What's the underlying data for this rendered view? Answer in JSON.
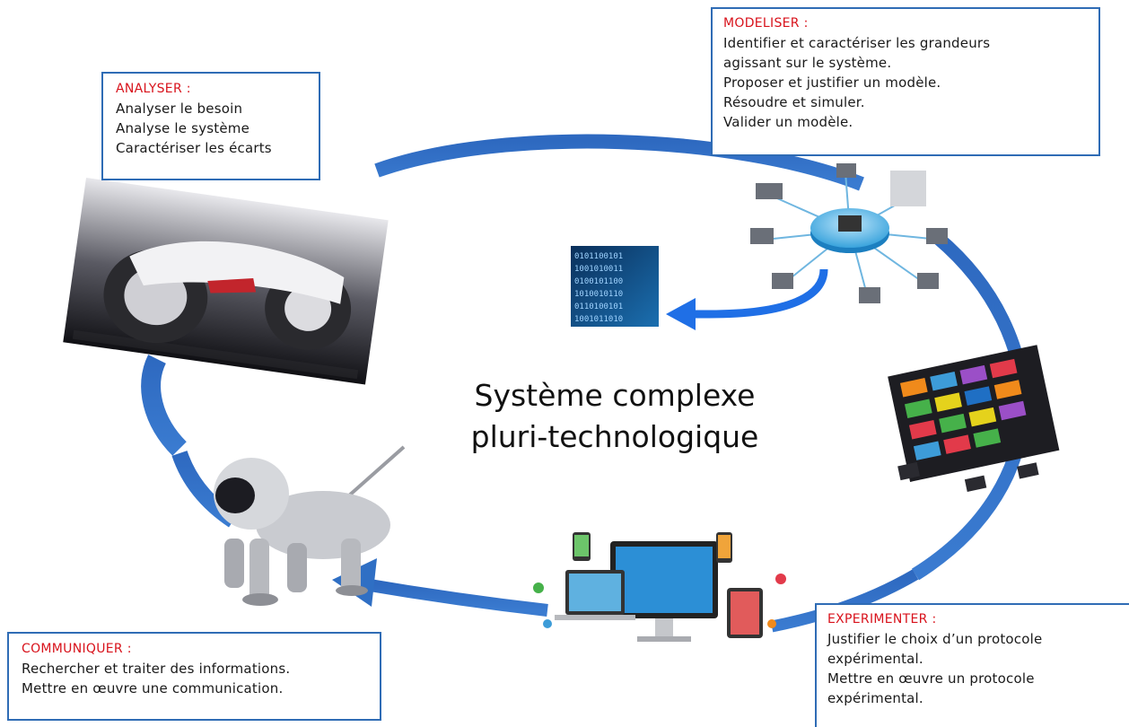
{
  "center": {
    "line1": "Système complexe",
    "line2": "pluri-technologique"
  },
  "boxes": {
    "analyser": {
      "title": "ANALYSER :",
      "lines": [
        "Analyser le besoin",
        "Analyse le système",
        "Caractériser les écarts"
      ]
    },
    "modeliser": {
      "title": "MODELISER :",
      "lines": [
        "Identifier et caractériser les grandeurs",
        "agissant sur le système.",
        "Proposer et justifier un modèle.",
        "Résoudre et simuler.",
        "Valider un modèle."
      ]
    },
    "experimenter": {
      "title": "EXPERIMENTER :",
      "lines": [
        "Justifier le choix d’un protocole",
        "expérimental.",
        "Mettre en œuvre un protocole",
        "expérimental."
      ]
    },
    "communiquer": {
      "title": "COMMUNIQUER :",
      "lines": [
        "Rechercher et traiter des informations.",
        "Mettre en œuvre une communication."
      ]
    }
  },
  "images": {
    "motorcycle": "motorcycle-image",
    "network": "computer-network-image",
    "binary": "binary-code-image",
    "chip": "microcontroller-chip-image",
    "devices": "multi-device-image",
    "robot_dog": "robot-dog-image"
  },
  "colors": {
    "cycle_blue": "#2f6fc4",
    "title_red": "#d8121b",
    "box_border": "#2f6cb5"
  }
}
